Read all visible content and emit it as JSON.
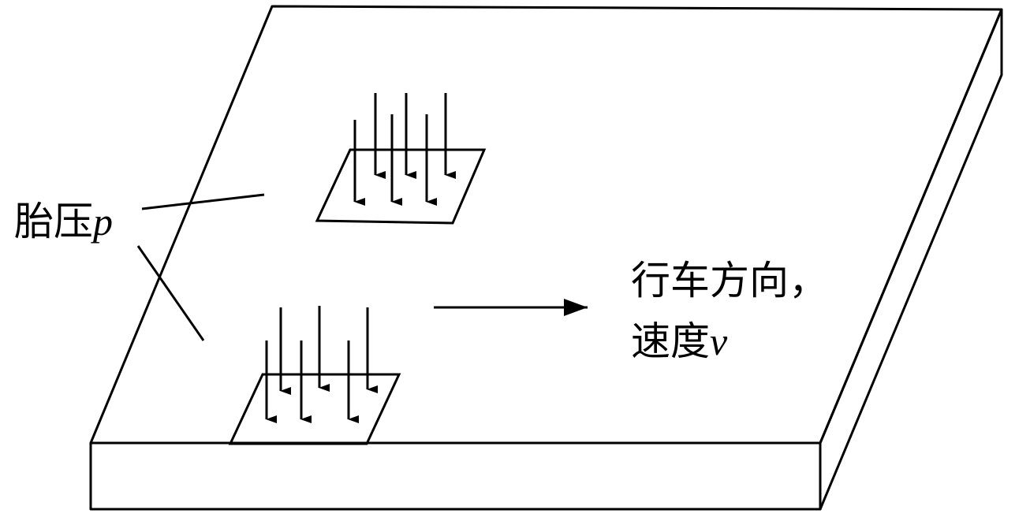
{
  "labels": {
    "tire_pressure": "胎压",
    "tire_pressure_symbol": "p",
    "direction_line1": "行车方向，",
    "direction_line2": "速度",
    "speed_symbol": "v"
  },
  "colors": {
    "stroke": "#000000",
    "background": "#ffffff"
  }
}
